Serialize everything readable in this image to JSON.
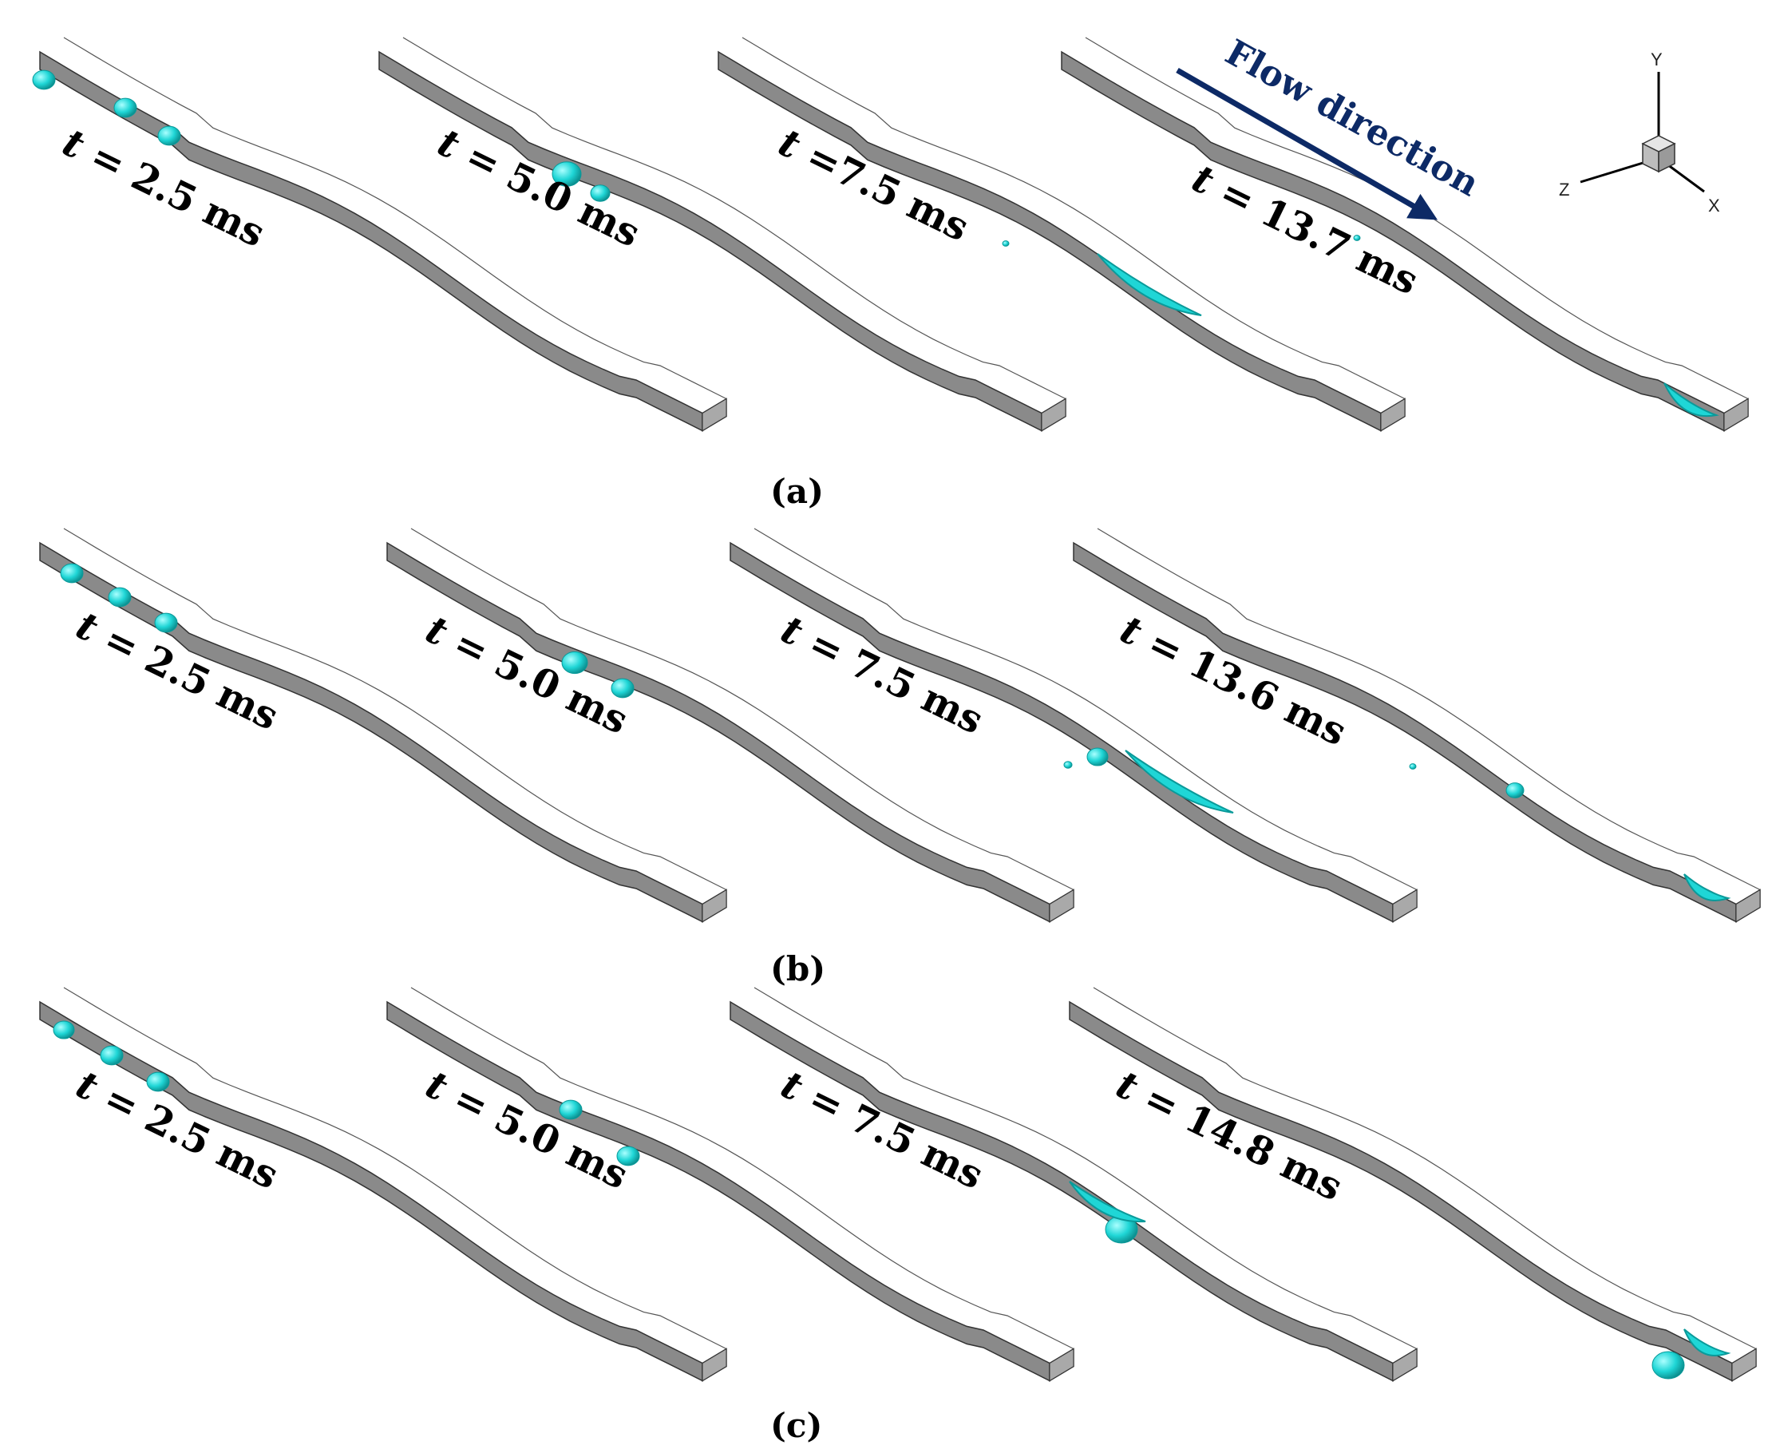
{
  "panels": [
    {
      "label": "(a)",
      "times": [
        "t = 2.5 ms",
        "t = 5.0 ms",
        "t =7.5 ms",
        "t = 13.7 ms"
      ]
    },
    {
      "label": "(b)",
      "times": [
        "t = 2.5 ms",
        "t = 5.0 ms",
        "t = 7.5 ms",
        "t = 13.6 ms"
      ]
    },
    {
      "label": "(c)",
      "times": [
        "t = 2.5 ms",
        "t = 5.0 ms",
        "t = 7.5 ms",
        "t = 14.8 ms"
      ]
    }
  ],
  "flow_direction": {
    "label": "Flow direction"
  },
  "axes_triad": {
    "y": "Y",
    "z": "Z",
    "x": "X"
  },
  "colors": {
    "channel_top": "#8a8a8a",
    "channel_side": "#a9a9a9",
    "droplet": "#1fd6d6",
    "droplet_dark": "#0a9a9a",
    "flow_arrow": "#0d2a66"
  }
}
